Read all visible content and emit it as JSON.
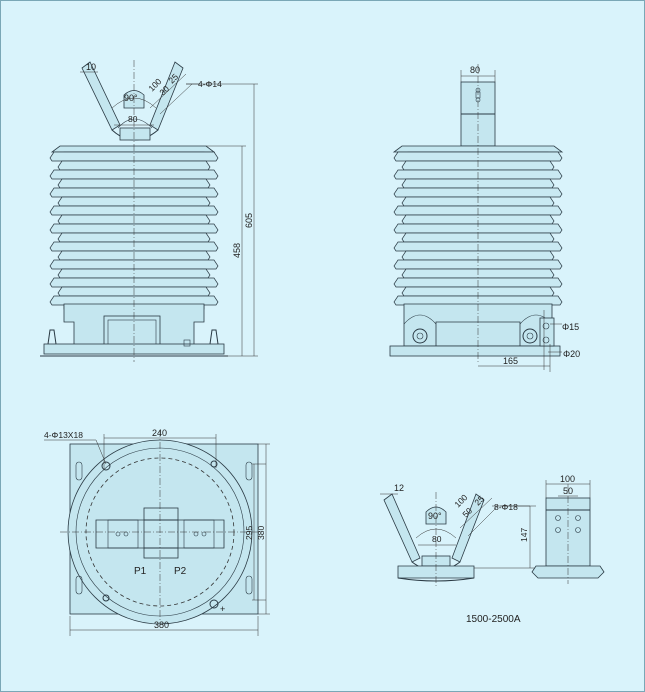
{
  "front_view": {
    "dim_terminal_width": "10",
    "dim_angle": "90°",
    "dim_hole_pitch": "80",
    "dim_100": "100",
    "dim_30": "30",
    "dim_25": "25",
    "dim_holes": "4-Φ14",
    "dim_height_total": "605",
    "dim_height_body": "458"
  },
  "side_view": {
    "dim_top_width": "80",
    "dim_hole_small": "Φ15",
    "dim_hole_large": "Φ20",
    "dim_offset": "165"
  },
  "top_view": {
    "dim_mount_holes": "4-Φ13X18",
    "dim_hole_spacing": "240",
    "dim_base_width": "380",
    "dim_depth_inner": "295",
    "dim_depth_outer": "380",
    "label_p1": "P1",
    "label_p2": "P2"
  },
  "detail_view": {
    "dim_terminal_width": "12",
    "dim_angle": "90°",
    "dim_hole_pitch": "80",
    "dim_100": "100",
    "dim_50": "50",
    "dim_25": "25",
    "dim_holes": "8-Φ18",
    "dim_height": "147",
    "dim_plate_width": "100",
    "dim_plate_inner": "50",
    "caption": "1500-2500A"
  }
}
